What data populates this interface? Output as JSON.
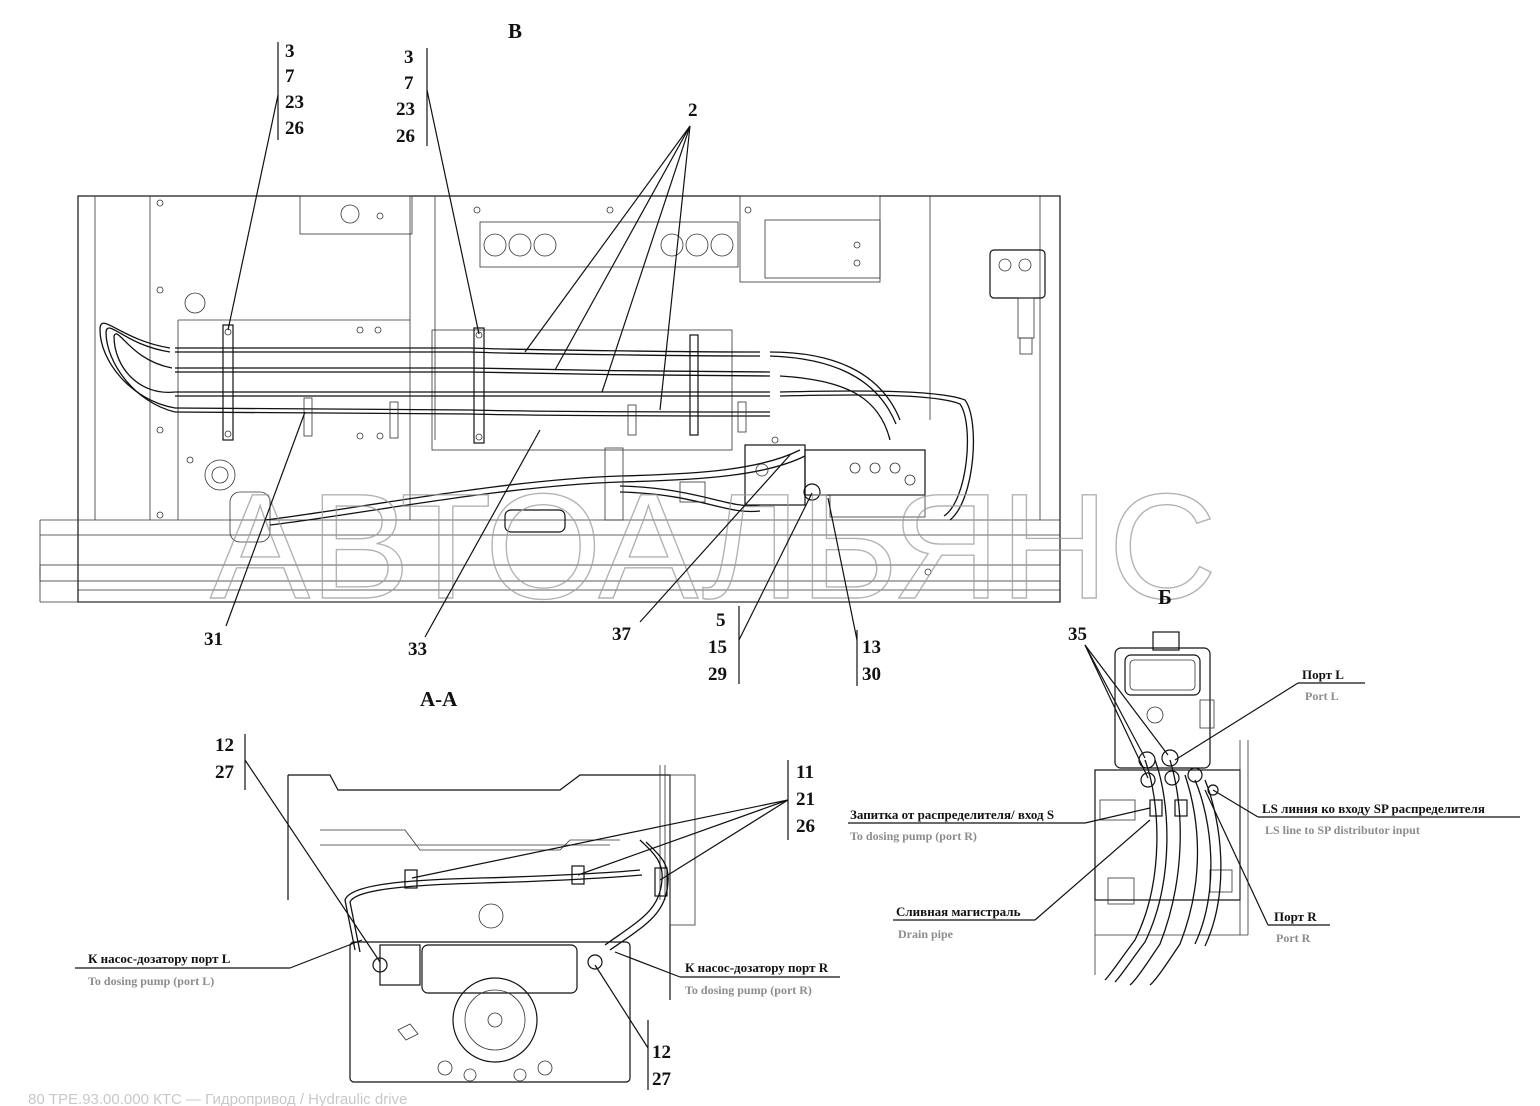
{
  "views": {
    "top": "В",
    "section": "А-А",
    "detail": "Б"
  },
  "callouts": {
    "c1": [
      "3",
      "7",
      "23",
      "26"
    ],
    "c2": [
      "3",
      "7",
      "23",
      "26"
    ],
    "c_2": "2",
    "c_31": "31",
    "c_33": "33",
    "c_37": "37",
    "c3": [
      "5",
      "15",
      "29"
    ],
    "c4": [
      "13",
      "30"
    ],
    "c5": [
      "12",
      "27"
    ],
    "c6": [
      "11",
      "21",
      "26"
    ],
    "c7": [
      "12",
      "27"
    ],
    "c_35": "35"
  },
  "labels": {
    "port_l": {
      "ru": "Порт L",
      "en": "Port L"
    },
    "supply_s": {
      "ru": "Запитка от распределителя/ вход S",
      "en": "To dosing pump (port R)"
    },
    "ls_line": {
      "ru": "LS линия ко входу SP распределителя",
      "en": "LS line to SP distributor input"
    },
    "drain": {
      "ru": "Сливная магистраль",
      "en": "Drain pipe"
    },
    "port_r": {
      "ru": "Порт R",
      "en": "Port R"
    },
    "dosing_l": {
      "ru": "К насос-дозатору порт L",
      "en": "To dosing pump (port L)"
    },
    "dosing_r": {
      "ru": "К насос-дозатору порт R",
      "en": "To dosing pump (port R)"
    }
  },
  "watermark": "АВТОАЛЬЯНС",
  "footer": "80     ТРЕ.93.00.000 КТС — Гидропривод / Hydraulic drive"
}
